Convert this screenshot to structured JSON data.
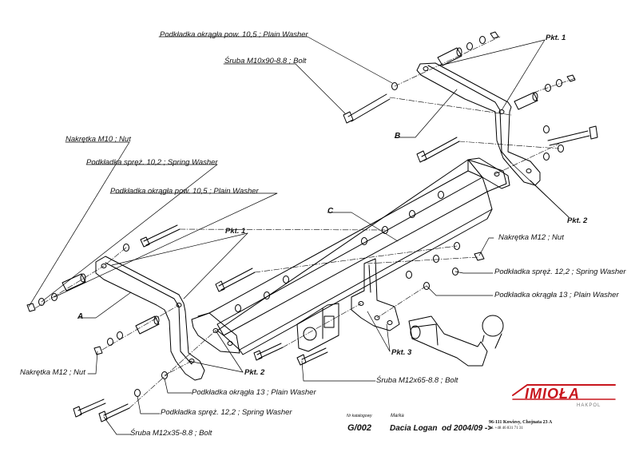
{
  "labels": {
    "washer_10_5_top": "Podkładka okrągła pow. 10,5 ; Plain Washer",
    "bolt_m10": "Śruba M10x90-8.8 ;  Bolt",
    "nut_m10": "Nakrętka  M10 ; Nut",
    "spring_washer_10_2": "Podkładka spręż. 10,2 ; Spring Washer",
    "washer_10_5_left": "Podkładka okrągła pow. 10,5 ; Plain Washer",
    "nut_m12_right": "Nakrętka  M12 ; Nut",
    "spring_washer_12_2_right": "Podkładka spręż. 12,2 ; Spring Washer",
    "washer_13_right": "Podkładka okrągła 13 ; Plain Washer",
    "bolt_m12x65": "Śruba M12x65-8.8 ;  Bolt",
    "nut_m12_left": "Nakrętka  M12 ; Nut",
    "washer_13_left": "Podkładka okrągła 13 ; Plain Washer",
    "spring_washer_12_2_left": "Podkładka spręż. 12,2 ; Spring Washer",
    "bolt_m12x35": "Śruba M12x35-8.8 ;  Bolt"
  },
  "parts": {
    "a": "A",
    "b": "B",
    "c": "C"
  },
  "points": {
    "pkt1_top": "Pkt. 1",
    "pkt1_left": "Pkt. 1",
    "pkt2_right": "Pkt. 2",
    "pkt2_left": "Pkt. 2",
    "pkt3": "Pkt. 3"
  },
  "title_block": {
    "catalog_label": "Nr katalogowy",
    "make_label": "Marka",
    "catalog_number": "G/002",
    "model": "Dacia Logan",
    "production": "od 2004/09 ->"
  },
  "brand": {
    "name": "IMIOŁA",
    "sub": "HAKPOL",
    "address": "96-111 Kowiesy, Chojnata 23 A",
    "phone": "tel. +48 46 831 71 31",
    "color": "#c8161d"
  }
}
